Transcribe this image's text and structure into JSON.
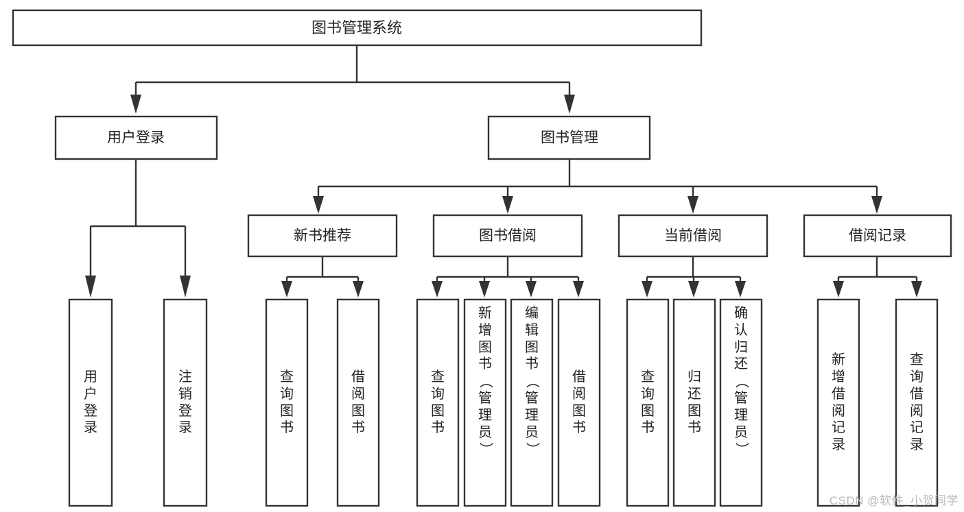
{
  "diagram": {
    "type": "tree",
    "title": "图书管理系统",
    "watermark": "CSDN @软件_小贺同学",
    "colors": {
      "box_stroke": "#333333",
      "box_fill": "#ffffff",
      "text": "#222222",
      "watermark": "#b9b9b9",
      "background": "#ffffff"
    },
    "nodes": {
      "root": {
        "label": "图书管理系统"
      },
      "level2": [
        {
          "label": "用户登录"
        },
        {
          "label": "图书管理"
        }
      ],
      "level3": [
        {
          "label": "新书推荐"
        },
        {
          "label": "图书借阅"
        },
        {
          "label": "当前借阅"
        },
        {
          "label": "借阅记录"
        }
      ],
      "leaves": {
        "user_login": [
          {
            "label": "用户登录"
          },
          {
            "label": "注销登录"
          }
        ],
        "new_book_recommend": [
          {
            "label": "查询图书"
          },
          {
            "label": "借阅图书"
          }
        ],
        "book_borrow": [
          {
            "label": "查询图书"
          },
          {
            "label": "新增图书（管理员）"
          },
          {
            "label": "编辑图书（管理员）"
          },
          {
            "label": "借阅图书"
          }
        ],
        "current_borrow": [
          {
            "label": "查询图书"
          },
          {
            "label": "归还图书"
          },
          {
            "label": "确认归还（管理员）"
          }
        ],
        "borrow_record": [
          {
            "label": "新增借阅记录"
          },
          {
            "label": "查询借阅记录"
          }
        ]
      }
    }
  }
}
